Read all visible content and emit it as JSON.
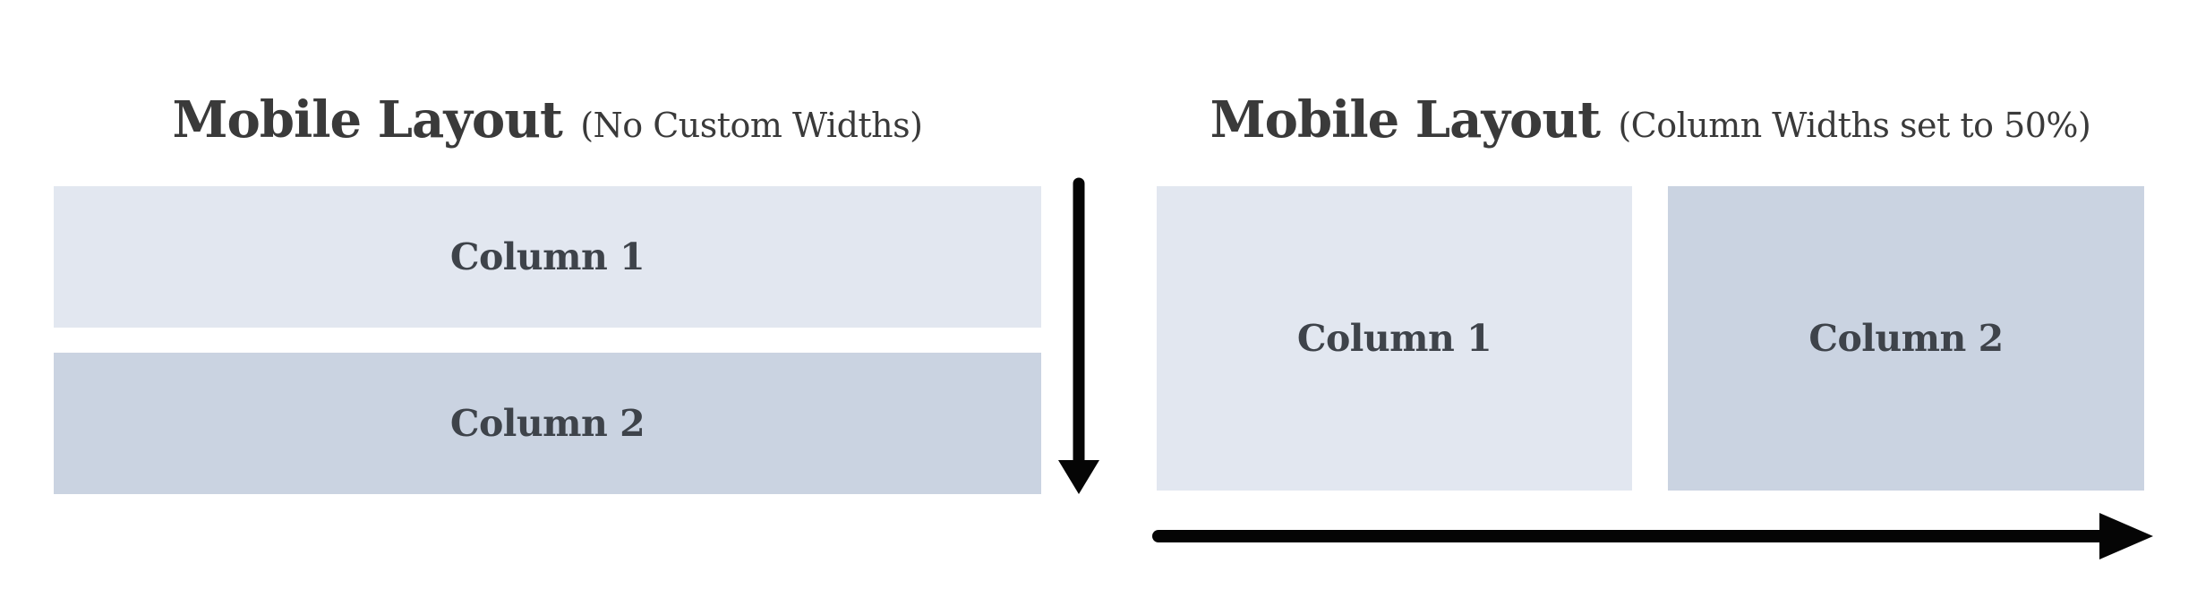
{
  "diagram": {
    "left_panel": {
      "title": "Mobile Layout",
      "subtitle": "(No Custom Widths)",
      "columns": [
        {
          "label": "Column 1"
        },
        {
          "label": "Column 2"
        }
      ]
    },
    "right_panel": {
      "title": "Mobile Layout",
      "subtitle": "(Column Widths set to 50%)",
      "columns": [
        {
          "label": "Column 1"
        },
        {
          "label": "Column 2"
        }
      ]
    },
    "colors": {
      "background": "#ffffff",
      "column1_fill": "#e2e7f0",
      "column2_fill": "#cad3e1",
      "title_text": "#3a3a3a",
      "label_text": "#3e434a",
      "arrow": "#050505"
    }
  }
}
